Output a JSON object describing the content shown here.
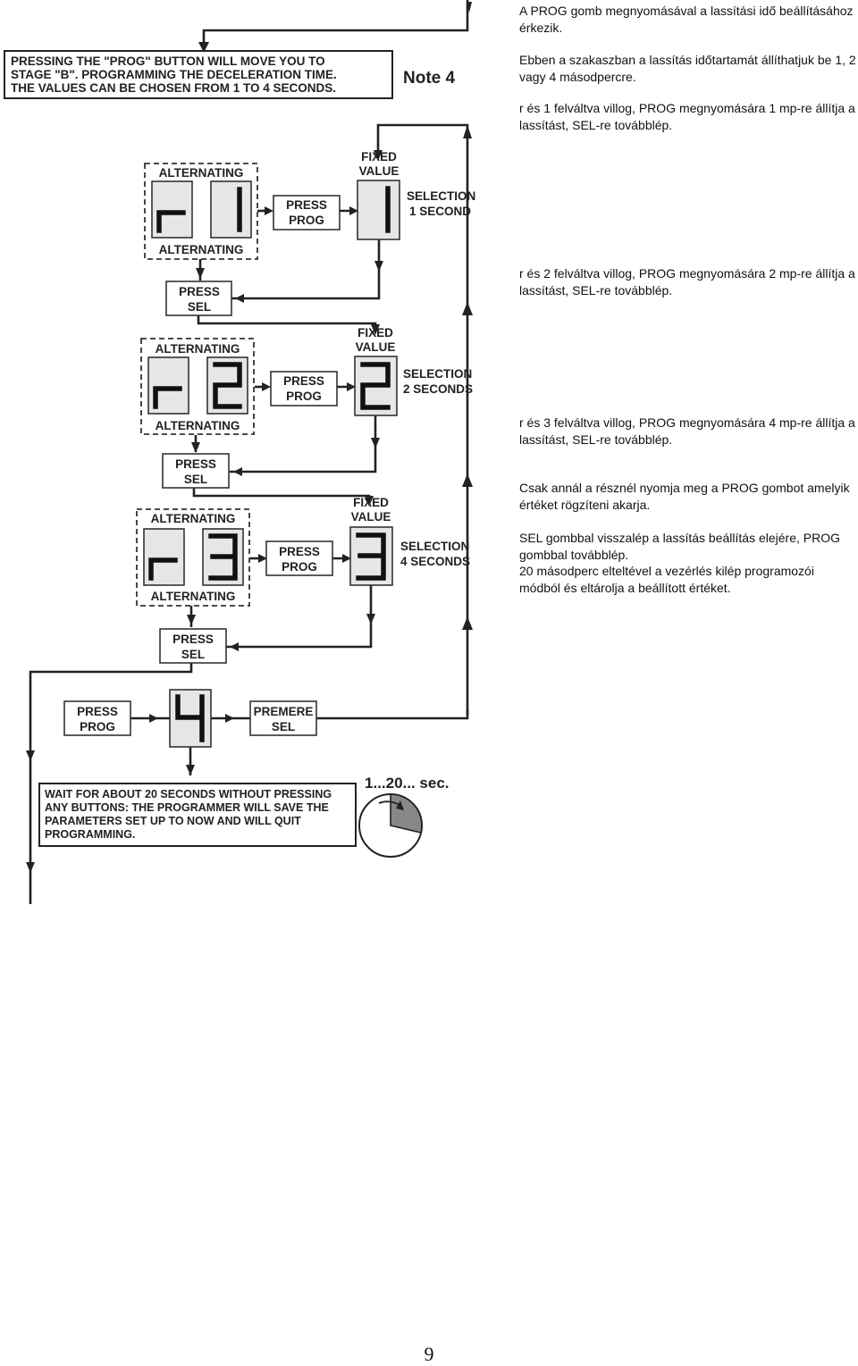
{
  "note_label": "Note 4",
  "intro_box": [
    "PRESSING THE  \"PROG\" BUTTON WILL MOVE YOU TO",
    "STAGE \"B\". PROGRAMMING THE DECELERATION TIME.",
    "THE VALUES CAN BE CHOSEN FROM 1 TO 4 SECONDS."
  ],
  "blocks": [
    {
      "alternating_top": "ALTERNATING",
      "alternating_bottom": "ALTERNATING",
      "digit_left": "r",
      "digit_right": "1",
      "press_prog": [
        "PRESS",
        "PROG"
      ],
      "fixed_value": [
        "FIXED",
        "VALUE"
      ],
      "fixed_digit": "1",
      "selection": [
        "SELECTION",
        "1 SECOND"
      ],
      "press_sel": [
        "PRESS",
        "SEL"
      ]
    },
    {
      "alternating_top": "ALTERNATING",
      "alternating_bottom": "ALTERNATING",
      "digit_left": "r",
      "digit_right": "2",
      "press_prog": [
        "PRESS",
        "PROG"
      ],
      "fixed_value": [
        "FIXED",
        "VALUE"
      ],
      "fixed_digit": "2",
      "selection": [
        "SELECTION",
        "2 SECONDS"
      ],
      "press_sel": [
        "PRESS",
        "SEL"
      ]
    },
    {
      "alternating_top": "ALTERNATING",
      "alternating_bottom": "ALTERNATING",
      "digit_left": "r",
      "digit_right": "3",
      "press_prog": [
        "PRESS",
        "PROG"
      ],
      "fixed_value": [
        "FIXED",
        "VALUE"
      ],
      "fixed_digit": "3",
      "selection": [
        "SELECTION",
        "4 SECONDS"
      ],
      "press_sel": [
        "PRESS",
        "SEL"
      ]
    }
  ],
  "final_row": {
    "press_prog": [
      "PRESS",
      "PROG"
    ],
    "display_digit": "4",
    "premere_sel": [
      "PREMERE",
      "SEL"
    ]
  },
  "wait_box": [
    "WAIT FOR ABOUT 20 SECONDS WITHOUT PRESSING",
    "ANY BUTTONS: THE PROGRAMMER WILL SAVE THE",
    "PARAMETERS SET UP TO NOW AND WILL QUIT",
    "PROGRAMMING."
  ],
  "timer_label": "1...20... sec.",
  "notes": [
    "A PROG gomb megnyomásával a lassítási idő beállításához érkezik.",
    "Ebben a szakaszban a lassítás időtartamát állíthatjuk be 1, 2 vagy 4 másodpercre.",
    "r és 1 felváltva villog, PROG megnyomására 1 mp-re állítja a lassítást, SEL-re továbblép.",
    "r és 2 felváltva villog, PROG megnyomására 2 mp-re állítja a lassítást, SEL-re továbblép.",
    "r és 3 felváltva villog, PROG megnyomására 4 mp-re állítja a lassítást, SEL-re továbblép.",
    "Csak annál a résznél nyomja meg a PROG gombot amelyik értéket rögzíteni akarja.",
    "SEL gombbal visszalép a lassítás beállítás elejére, PROG gombbal továbblép.",
    "20 másodperc elteltével a vezérlés kilép programozói módból és eltárolja a beállított értéket."
  ],
  "page_number": "9"
}
